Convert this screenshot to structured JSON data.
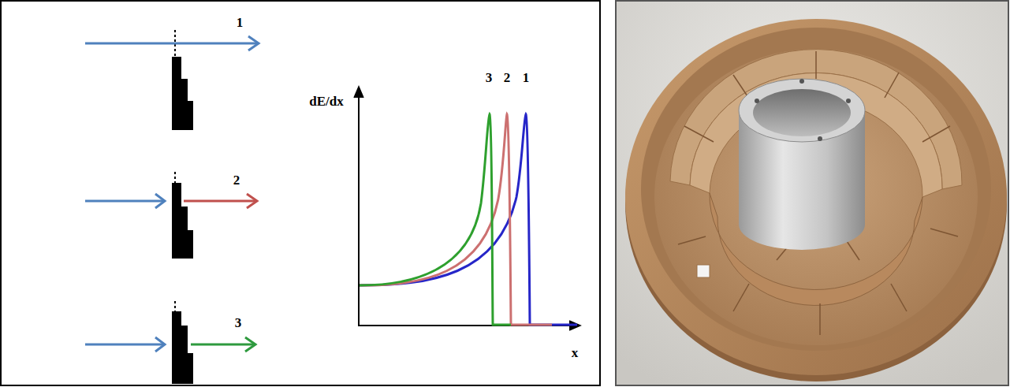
{
  "diagram": {
    "labels": [
      "1",
      "2",
      "3",
      "dE/dx",
      "3",
      "2",
      "1",
      "x"
    ]
  }
}
